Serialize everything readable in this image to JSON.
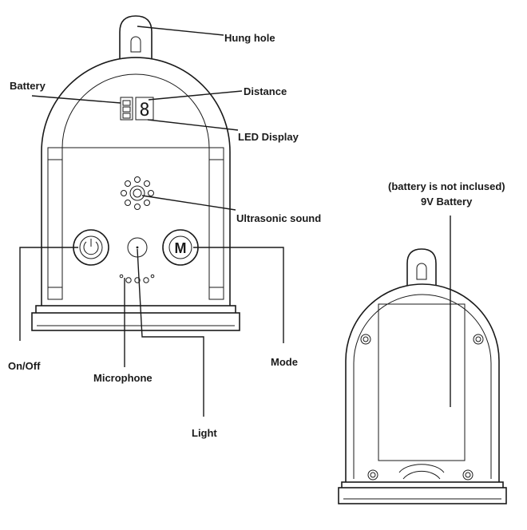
{
  "labels": {
    "hung_hole": "Hung hole",
    "battery": "Battery",
    "distance": "Distance",
    "led_display": "LED Display",
    "ultrasonic_sound": "Ultrasonic sound",
    "on_off": "On/Off",
    "mode": "Mode",
    "microphone": "Microphone",
    "light": "Light",
    "battery_note": "(battery is not inclused)",
    "battery_type": "9V Battery"
  },
  "buttons": {
    "mode_glyph": "M"
  },
  "display": {
    "digits": "8"
  }
}
